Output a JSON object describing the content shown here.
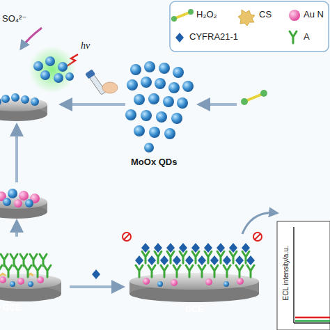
{
  "diagram": {
    "labels": [
      "SO₄²⁻",
      "hν",
      "MoOx QDs",
      "GCE",
      "GCE",
      "ECL intensity/a.u."
    ],
    "legend": [
      {
        "text": "H₂O₂"
      },
      {
        "text": "CS"
      },
      {
        "text": "Au N"
      },
      {
        "text": "CYFRA21-1"
      },
      {
        "text": "A"
      }
    ]
  }
}
